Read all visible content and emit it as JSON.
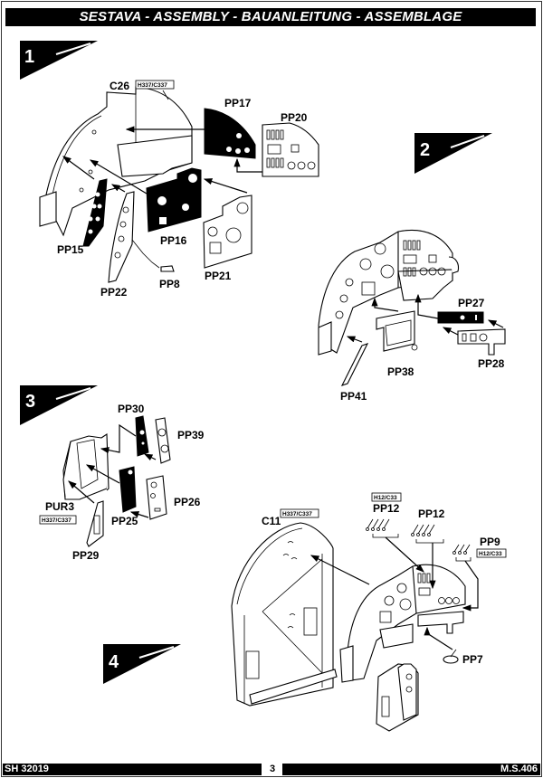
{
  "header": {
    "title": "SESTAVA - ASSEMBLY - BAUANLEITUNG - ASSEMBLAGE"
  },
  "steps": [
    {
      "number": "1",
      "parts": [
        {
          "label": "C26",
          "material_code": "H337/C337"
        },
        {
          "label": "PP17"
        },
        {
          "label": "PP20"
        },
        {
          "label": "PP15"
        },
        {
          "label": "PP16"
        },
        {
          "label": "PP22"
        },
        {
          "label": "PP8"
        },
        {
          "label": "PP21"
        }
      ]
    },
    {
      "number": "2",
      "parts": [
        {
          "label": "PP27"
        },
        {
          "label": "PP28"
        },
        {
          "label": "PP38"
        },
        {
          "label": "PP41"
        }
      ]
    },
    {
      "number": "3",
      "parts": [
        {
          "label": "PP30"
        },
        {
          "label": "PP39"
        },
        {
          "label": "PP25"
        },
        {
          "label": "PP26"
        },
        {
          "label": "PUR3",
          "material_code": "H337/C337"
        },
        {
          "label": "PP29"
        }
      ]
    },
    {
      "number": "4",
      "parts": [
        {
          "label": "C11",
          "material_code": "H337/C337"
        },
        {
          "label": "PP12",
          "material_code": "H12/C33"
        },
        {
          "label": "PP12"
        },
        {
          "label": "PP9",
          "material_code": "H12/C33"
        },
        {
          "label": "PP7"
        }
      ]
    }
  ],
  "footer": {
    "kit_number": "SH 32019",
    "page_number": "3",
    "model": "M.S.406"
  }
}
